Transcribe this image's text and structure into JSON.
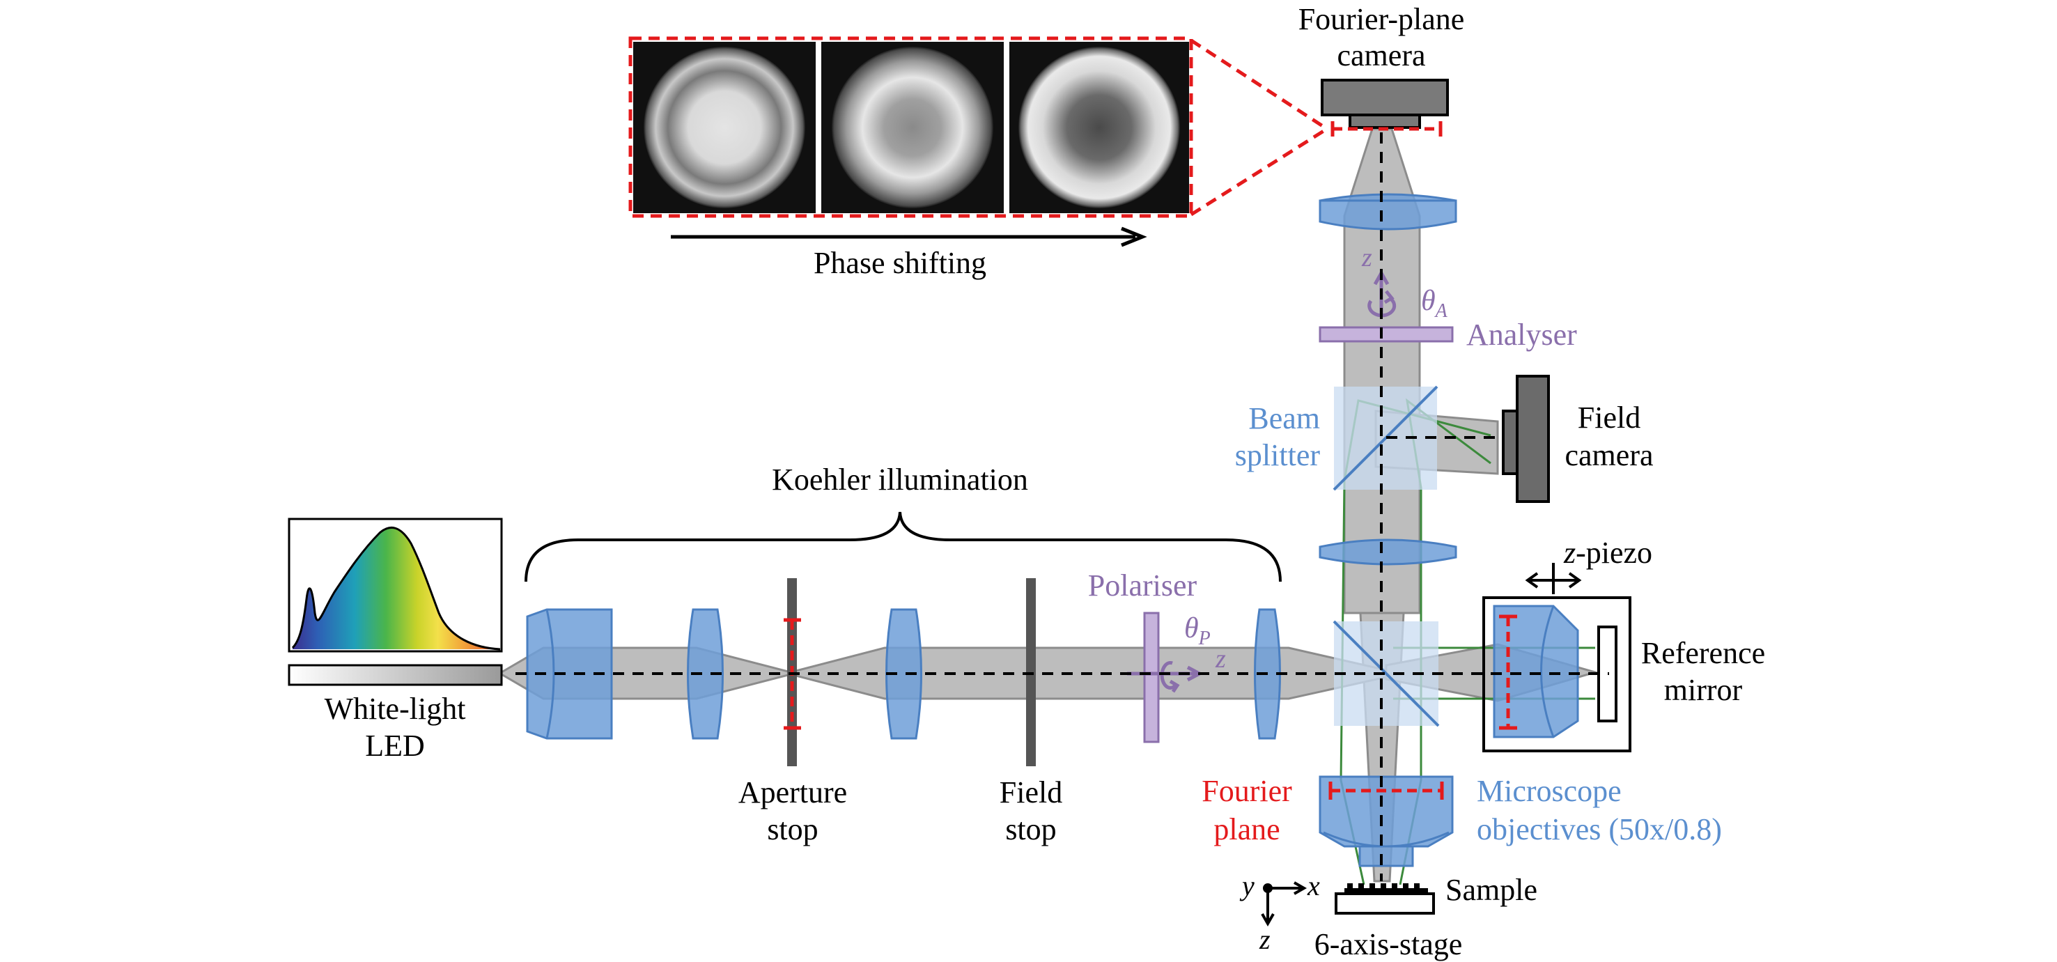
{
  "labels": {
    "fourier_camera_line1": "Fourier-plane",
    "fourier_camera_line2": "camera",
    "phase_shifting": "Phase shifting",
    "analyser": "Analyser",
    "beam_splitter_line1": "Beam",
    "beam_splitter_line2": "splitter",
    "field_camera_line1": "Field",
    "field_camera_line2": "camera",
    "koehler": "Koehler illumination",
    "polariser": "Polariser",
    "z_piezo": "-piezo",
    "z_piezo_var": "z",
    "reference_mirror_line1": "Reference",
    "reference_mirror_line2": "mirror",
    "white_light_line1": "White-light",
    "white_light_line2": "LED",
    "aperture_stop_line1": "Aperture",
    "aperture_stop_line2": "stop",
    "field_stop_line1": "Field",
    "field_stop_line2": "stop",
    "fourier_plane_line1": "Fourier",
    "fourier_plane_line2": "plane",
    "objectives_line1": "Microscope",
    "objectives_line2": "objectives (50x/0.8)",
    "sample": "Sample",
    "stage": "6-axis-stage",
    "theta_a": "θ",
    "theta_a_sub": "A",
    "theta_p": "θ",
    "theta_p_sub": "P",
    "axis_z_analyser": "z",
    "axis_z_polariser": "z",
    "coord_x": "x",
    "coord_y": "y",
    "coord_z": "z"
  },
  "colors": {
    "lens_fill": "#6f9fd8",
    "lens_stroke": "#4a7fc1",
    "beam": "#bdbdbd",
    "polariser": "#8a6fab",
    "fourier_red": "#e41a1c",
    "text_blue": "#5b8fcf",
    "text_purple": "#8a6fab",
    "text_red": "#e41a1c",
    "camera": "#6b6b6b"
  }
}
